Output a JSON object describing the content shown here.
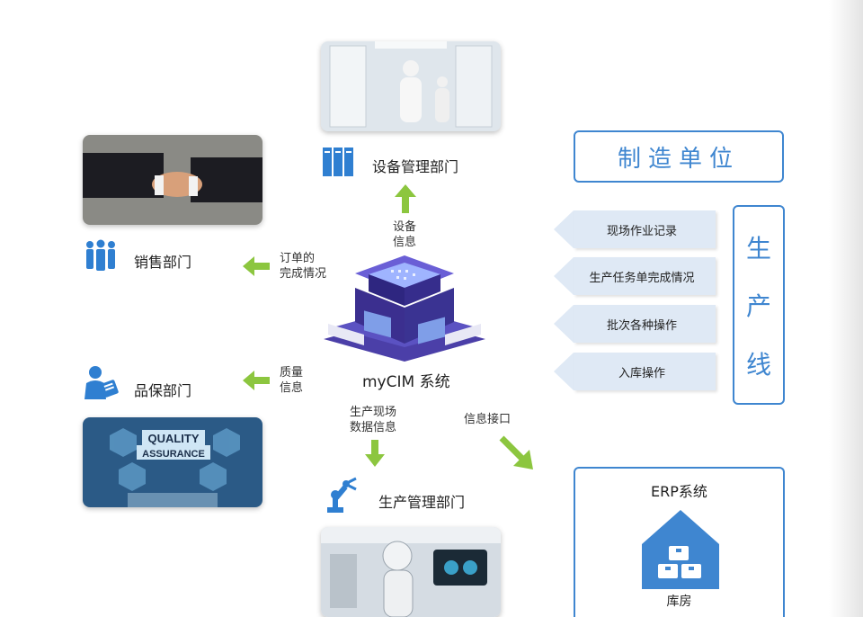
{
  "diagram": {
    "center": {
      "label": "myCIM 系统"
    },
    "departments": {
      "equipment": "设备管理部门",
      "sales": "销售部门",
      "quality": "品保部门",
      "production": "生产管理部门"
    },
    "flows": {
      "equipment_info": [
        "设备",
        "信息"
      ],
      "order_status": [
        "订单的",
        "完成情况"
      ],
      "quality_info": [
        "质量",
        "信息"
      ],
      "production_data": [
        "生产现场",
        "数据信息"
      ],
      "interface": "信息接口"
    },
    "manufacturing_unit": "制造单位",
    "production_line": [
      "生",
      "产",
      "线"
    ],
    "line_items": [
      "现场作业记录",
      "生产任务单完成情况",
      "批次各种操作",
      "入库操作"
    ],
    "erp": {
      "title": "ERP系统",
      "warehouse": "库房"
    },
    "photo_text": {
      "quality": "QUALITY",
      "assurance": "ASSURANCE"
    },
    "colors": {
      "accent_blue": "#3f86d0",
      "arrow_green": "#8cc63f",
      "tag_bg": "#dfe9f5"
    }
  }
}
